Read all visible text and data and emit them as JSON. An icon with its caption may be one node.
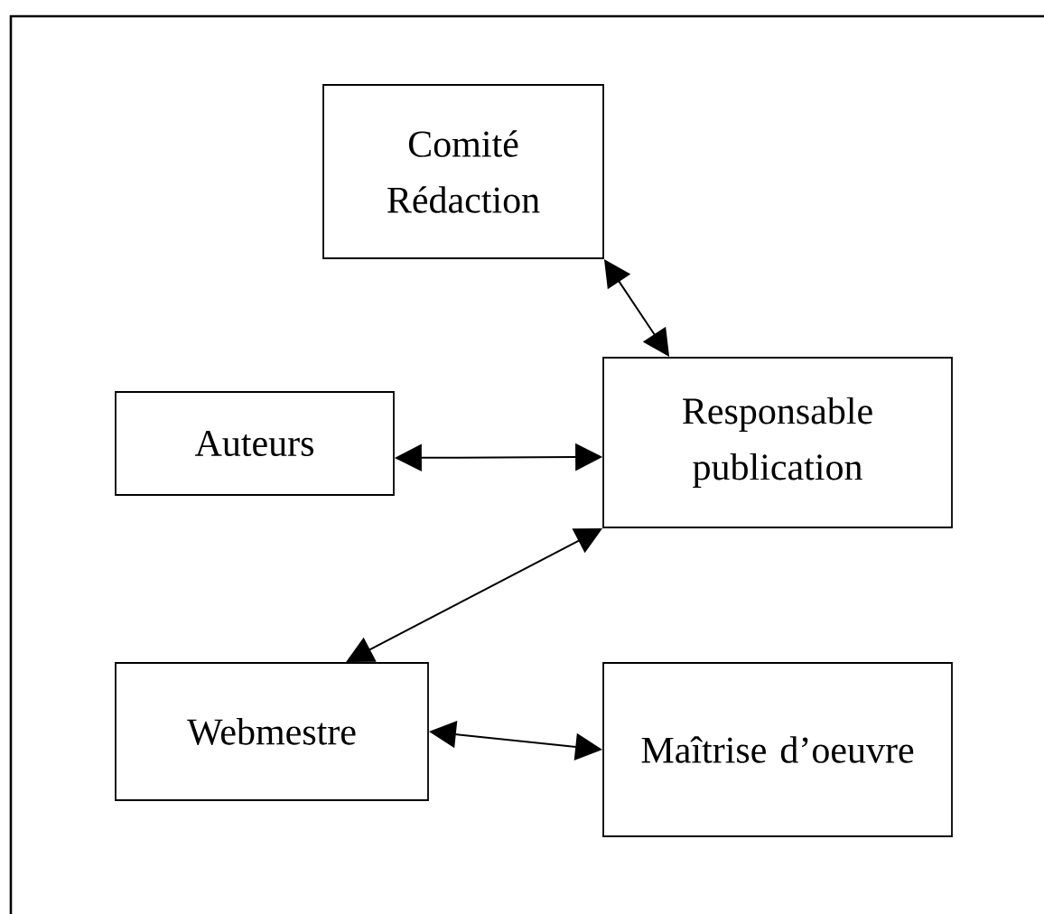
{
  "diagram": {
    "nodes": [
      {
        "text": [
          "Comité Rédaction"
        ]
      },
      {
        "text": [
          "Responsable publication"
        ]
      },
      {
        "text": [
          "Auteurs"
        ]
      },
      {
        "text": [
          "Webmestre"
        ]
      },
      {
        "text": [
          "Maîtrise d’oeuvre"
        ]
      }
    ],
    "edges": [
      {
        "from": 0,
        "to": 1,
        "arrow": "both"
      },
      {
        "from": 2,
        "to": 1,
        "arrow": "both"
      },
      {
        "from": 1,
        "to": 3,
        "arrow": "both"
      },
      {
        "from": 3,
        "to": 4,
        "arrow": "both"
      }
    ]
  }
}
